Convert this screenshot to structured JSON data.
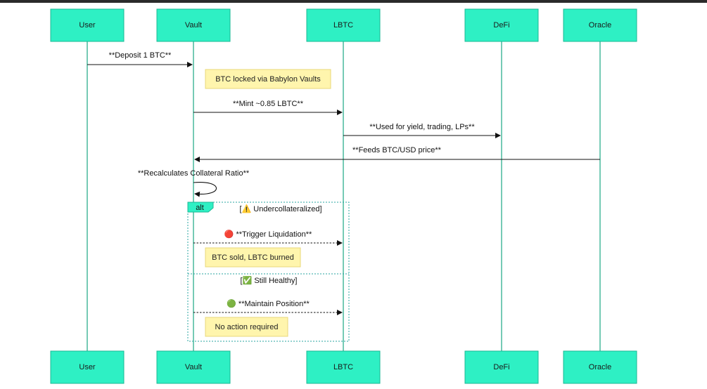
{
  "participants": [
    {
      "id": "user",
      "label": "User"
    },
    {
      "id": "vault",
      "label": "Vault"
    },
    {
      "id": "lbtc",
      "label": "LBTC"
    },
    {
      "id": "defi",
      "label": "DeFi"
    },
    {
      "id": "oracle",
      "label": "Oracle"
    }
  ],
  "messages": [
    {
      "from": "user",
      "to": "vault",
      "label": "**Deposit 1 BTC**",
      "style": "solid"
    },
    {
      "from": "vault",
      "to": "lbtc",
      "label": "**Mint ~0.85 LBTC**",
      "style": "solid"
    },
    {
      "from": "lbtc",
      "to": "defi",
      "label": "**Used for yield, trading, LPs**",
      "style": "solid"
    },
    {
      "from": "oracle",
      "to": "vault",
      "label": "**Feeds BTC/USD price**",
      "style": "solid"
    },
    {
      "from": "vault",
      "to": "vault",
      "label": "**Recalculates Collateral Ratio**",
      "style": "self"
    },
    {
      "from": "vault",
      "to": "lbtc",
      "label": "🔴 **Trigger Liquidation**",
      "style": "dashed"
    },
    {
      "from": "vault",
      "to": "lbtc",
      "label": "🟢 **Maintain Position**",
      "style": "dashed"
    }
  ],
  "notes": [
    {
      "over": "vault",
      "text": "BTC locked via Babylon Vaults"
    },
    {
      "over": "vault",
      "text": "BTC sold, LBTC burned"
    },
    {
      "over": "vault",
      "text": "No action required"
    }
  ],
  "alt": {
    "label": "alt",
    "conditions": [
      "[⚠️ Undercollateralized]",
      "[✅ Still Healthy]"
    ]
  },
  "colors": {
    "actor_fill": "#2ef0c4",
    "lifeline": "#1aa884",
    "note_fill": "#fff5ad",
    "frame": "#2aa5a0"
  }
}
